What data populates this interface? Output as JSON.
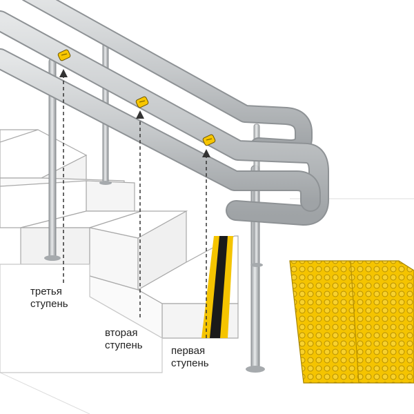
{
  "labels": {
    "step3": [
      "третья",
      "ступень"
    ],
    "step2": [
      "вторая",
      "ступень"
    ],
    "step1": [
      "первая",
      "ступень"
    ]
  },
  "colors": {
    "background": "#ffffff",
    "rail": "#c9cbcd",
    "rail_shadow": "#9ea2a5",
    "post": "#b9bcbf",
    "stair_line": "#a9a9a9",
    "tactile_yellow": "#f5c400",
    "marker_yellow": "#f7c600",
    "stripe_black": "#1a1a1a",
    "arrow": "#333333"
  }
}
